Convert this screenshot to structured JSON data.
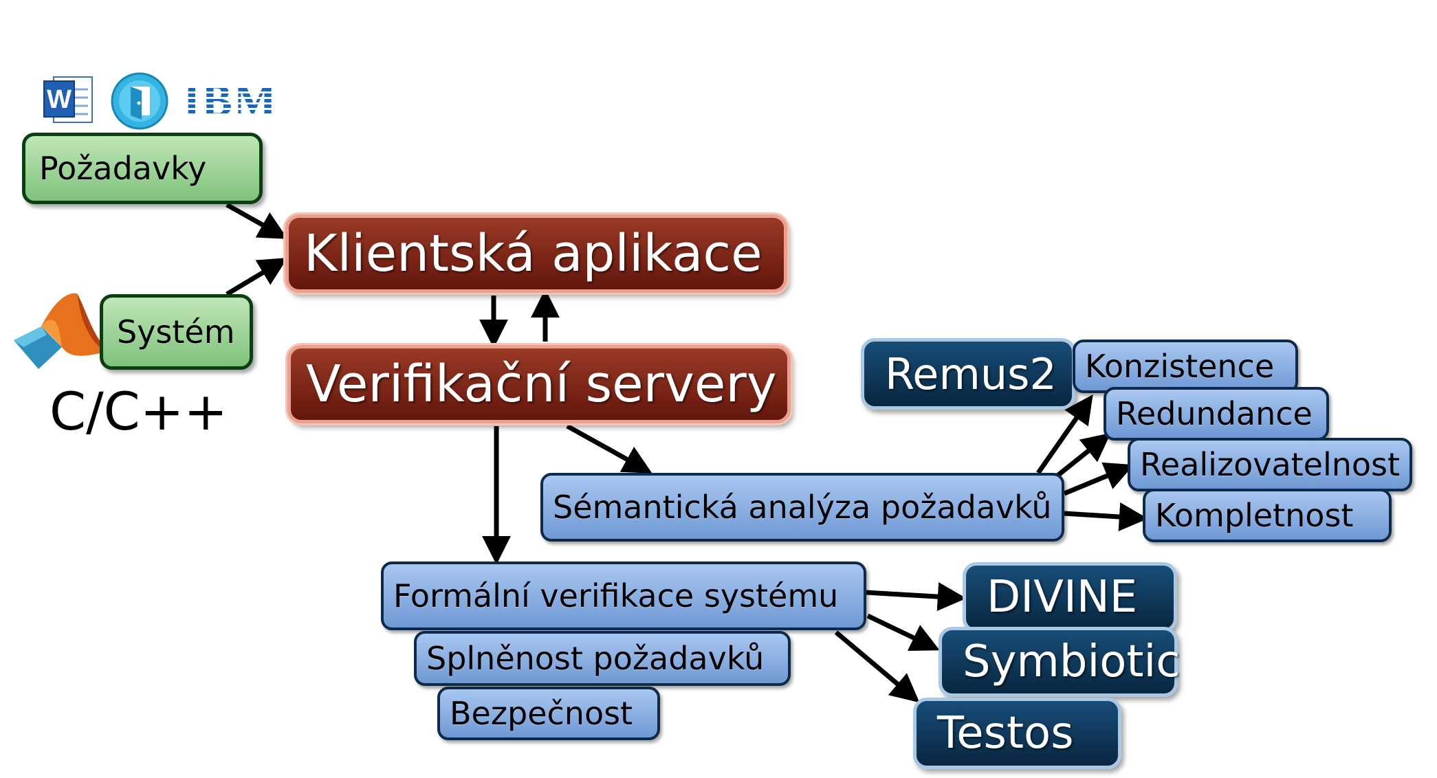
{
  "inputs": {
    "requirements": "Požadavky",
    "system": "Systém",
    "system_language": "C/C++"
  },
  "logos": {
    "word": "W",
    "ibm": "IBM"
  },
  "core": {
    "client_app": "Klientská aplikace",
    "verification_servers": "Verifikační servery"
  },
  "semantic": {
    "title": "Sémantická analýza požadavků",
    "tool": "Remus2",
    "checks": [
      "Konzistence",
      "Redundance",
      "Realizovatelnost",
      "Kompletnost"
    ]
  },
  "formal": {
    "title": "Formální verifikace systému",
    "checks": [
      "Splněnost požadavků",
      "Bezpečnost"
    ],
    "tools": [
      "DIVINE",
      "Symbiotic",
      "Testos"
    ]
  },
  "colors": {
    "green_node": "#7fc27b",
    "red_node": "#64160b",
    "light_blue_node": "#6f99d4",
    "dark_blue_node": "#082640"
  }
}
